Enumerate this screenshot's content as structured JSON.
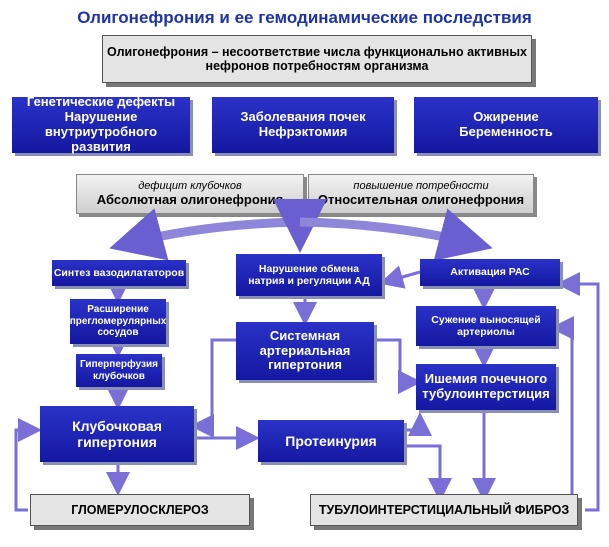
{
  "title": "Олигонефрония и ее гемодинамические последствия",
  "definition": {
    "line1": "Олигонефрония – несоответствие числа функционально активных",
    "line2": "нефронов потребностям организма"
  },
  "causes": {
    "genetic": {
      "line1": "Генетические дефекты",
      "line2": "Нарушение внутриутробного",
      "line3": "развития"
    },
    "kidney": {
      "line1": "Заболевания почек",
      "line2": "Нефрэктомия"
    },
    "obesity": {
      "line1": "Ожирение",
      "line2": "Беременность"
    }
  },
  "types": {
    "absolute": {
      "italic": "дефицит клубочков",
      "label": "Абсолютная олигонефрония"
    },
    "relative": {
      "italic": "повышение потребности",
      "label": "Относительная олигонефрония"
    }
  },
  "mechanisms": {
    "vasodilators": "Синтез вазодилататоров",
    "preglomerular": {
      "line1": "Расширение",
      "line2": "прегломерулярных",
      "line3": "сосудов"
    },
    "hyperperfusion": {
      "line1": "Гиперперфузия",
      "line2": "клубочков"
    },
    "glomerular_hypertension": {
      "line1": "Клубочковая",
      "line2": "гипертония"
    },
    "sodium": {
      "line1": "Нарушение обмена",
      "line2": "натрия и регуляции АД"
    },
    "systemic": {
      "line1": "Системная",
      "line2": "артериальная",
      "line3": "гипертония"
    },
    "proteinuria": "Протеинурия",
    "ras": "Активация РАС",
    "efferent": {
      "line1": "Сужение выносящей",
      "line2": "артериолы"
    },
    "ischemia": {
      "line1": "Ишемия почечного",
      "line2": "тубулоинтерстиция"
    }
  },
  "outcomes": {
    "glomerulosclerosis": "ГЛОМЕРУЛОСКЛЕРОЗ",
    "fibrosis": "ТУБУЛОИНТЕРСТИЦИАЛЬНЫЙ ФИБРОЗ"
  },
  "colors": {
    "box_blue": "#1a22b4",
    "arrow_purple": "#7a6fd6",
    "title_blue": "#1d33a6"
  }
}
